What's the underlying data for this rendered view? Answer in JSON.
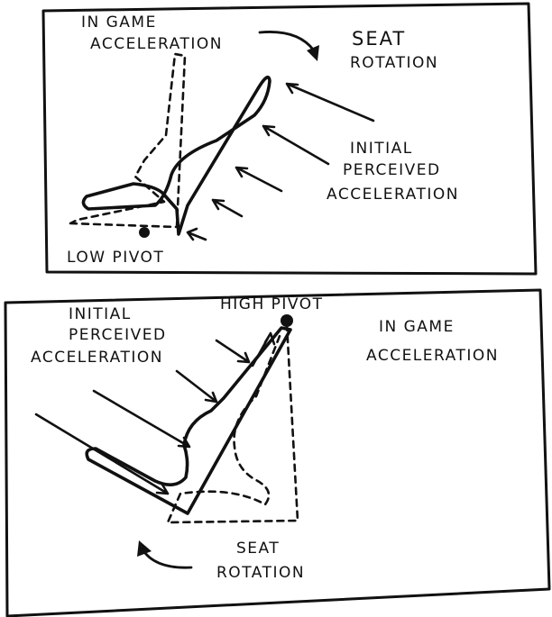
{
  "panels": [
    {
      "id": "low",
      "labels": {
        "ingame_1": "IN GAME",
        "ingame_2": "ACCELERATION",
        "seat_1": "SEAT",
        "seat_2": "ROTATION",
        "initial_1": "INITIAL",
        "initial_2": "PERCEIVED",
        "initial_3": "ACCELERATION",
        "pivot": "LOW PIVOT"
      }
    },
    {
      "id": "high",
      "labels": {
        "pivot": "HIGH PIVOT",
        "initial_1": "INITIAL",
        "initial_2": "PERCEIVED",
        "initial_3": "ACCELERATION",
        "ingame_1": "IN GAME",
        "ingame_2": "ACCELERATION",
        "seat_1": "SEAT",
        "seat_2": "ROTATION"
      }
    }
  ]
}
